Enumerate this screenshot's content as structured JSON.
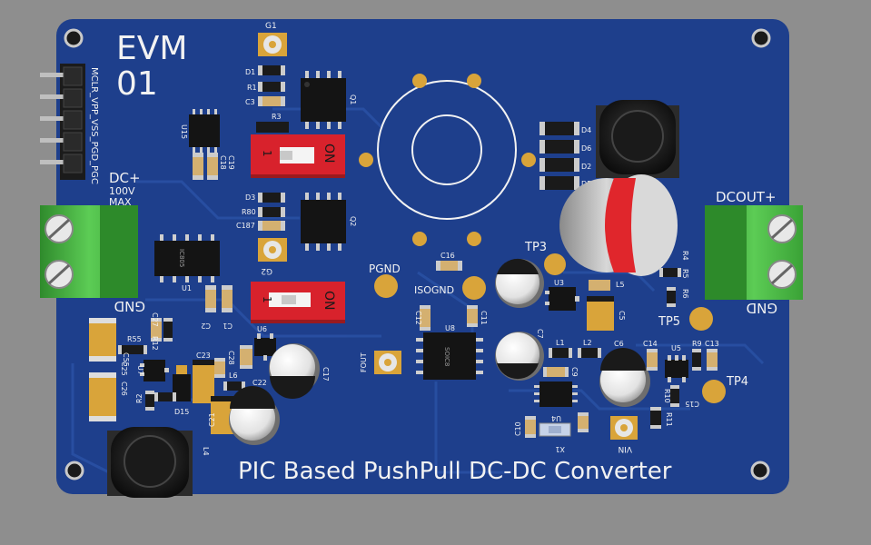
{
  "board": {
    "title_line1": "EVM",
    "title_line2": "01",
    "caption": "PIC Based PushPull DC-DC Converter",
    "colors": {
      "background": "#8e8e8e",
      "solder_mask": "#1e3f8c",
      "copper_pad": "#d9a43a",
      "terminal_green": "#4fbf4a",
      "switch_red": "#d8222c",
      "silkscreen": "#f2f2f2"
    }
  },
  "header": {
    "label": "MCLR_VPP_VSS_PGD_PGC"
  },
  "input_terminal": {
    "label_top": "DC+",
    "label_rating": "100V",
    "label_max": "MAX",
    "label_bottom": "GND"
  },
  "output_terminal": {
    "label_top": "DCOUT+",
    "label_bottom": "GND"
  },
  "switches": {
    "sw1_on": "ON",
    "sw1_pos": "1",
    "sw2_on": "ON",
    "sw2_pos": "1"
  },
  "test_points": {
    "tp3": "TP3",
    "tp4": "TP4",
    "tp5": "TP5",
    "pgnd": "PGND",
    "isognd": "ISOGND"
  },
  "connectors": {
    "g1": "G1",
    "g2": "G2",
    "fout": "FOUT",
    "vin": "VIN"
  },
  "refdes": {
    "d1": "D1",
    "r1": "R1",
    "c3": "C3",
    "r3": "R3",
    "q1": "Q1",
    "u15": "U15",
    "c18": "C18",
    "c19": "C19",
    "d3": "D3",
    "r80": "R80",
    "c187": "C187",
    "q2": "Q2",
    "u1": "U1",
    "u1_chip": "IC805",
    "c2": "C2",
    "c1": "C1",
    "d4": "D4",
    "d6": "D6",
    "d2": "D2",
    "d5": "D5",
    "c16": "C16",
    "u3": "U3",
    "l5": "L5",
    "c5": "C5",
    "r4": "R4",
    "r5": "R5",
    "r6": "R6",
    "c12": "C12",
    "u8": "U8",
    "u8_chip": "SOIC8",
    "c11": "C11",
    "c7": "C7",
    "l1": "L1",
    "l2": "L2",
    "c6": "C6",
    "c14": "C14",
    "u5": "U5",
    "r9": "R9",
    "c13": "C13",
    "r10": "R10",
    "c15": "C15",
    "r11": "R11",
    "c9": "C9",
    "u4": "U4",
    "x1": "X1",
    "c10": "C10",
    "c55": "C55",
    "c27": "C27",
    "r55": "R55",
    "r12": "R12",
    "u7": "U7",
    "r2": "R2",
    "d15": "D15",
    "c23": "C23",
    "c25": "C25",
    "c26": "C26",
    "c28": "C28",
    "u6": "U6",
    "l6": "L6",
    "c22": "C22",
    "c17": "C17",
    "c21": "C21",
    "l4": "L4"
  }
}
